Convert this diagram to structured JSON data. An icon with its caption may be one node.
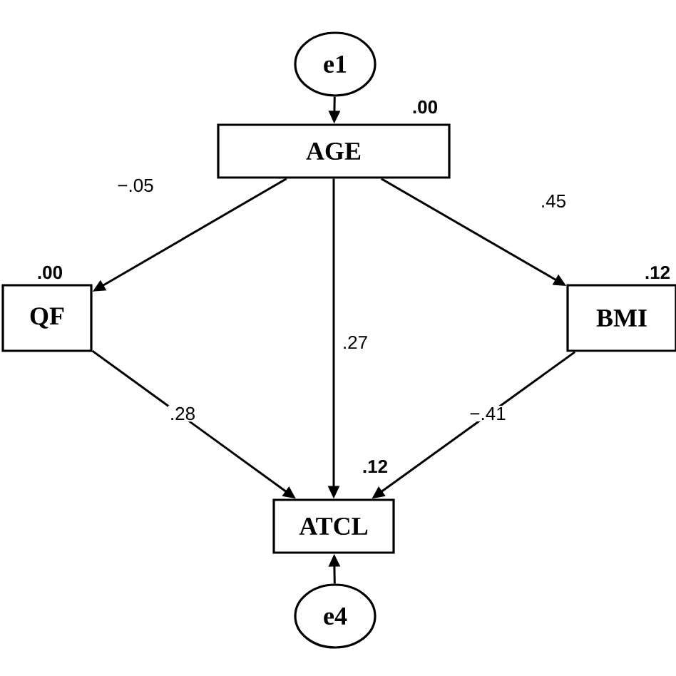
{
  "diagram": {
    "nodes": [
      {
        "text": [
          "e1"
        ]
      },
      {
        "text": [
          "AGE"
        ],
        "beside": [
          ".00"
        ]
      },
      {
        "text": [
          "QF"
        ],
        "beside": [
          ".00"
        ]
      },
      {
        "text": [
          "BMI"
        ],
        "beside": [
          ".12"
        ]
      },
      {
        "text": [
          "ATCL"
        ],
        "beside": [
          ".12"
        ]
      },
      {
        "text": [
          "e4"
        ]
      }
    ],
    "edges": [
      {
        "from": 0,
        "to": 1,
        "arrow": "to"
      },
      {
        "from": 1,
        "to": 2,
        "arrow": "to",
        "label": "−.05"
      },
      {
        "from": 1,
        "to": 4,
        "arrow": "to",
        "label": ".27"
      },
      {
        "from": 1,
        "to": 3,
        "arrow": "to",
        "label": ".45"
      },
      {
        "from": 2,
        "to": 4,
        "arrow": "to",
        "label": ".28"
      },
      {
        "from": 3,
        "to": 4,
        "arrow": "to",
        "label": "−.41"
      },
      {
        "from": 5,
        "to": 4,
        "arrow": "to"
      }
    ]
  }
}
